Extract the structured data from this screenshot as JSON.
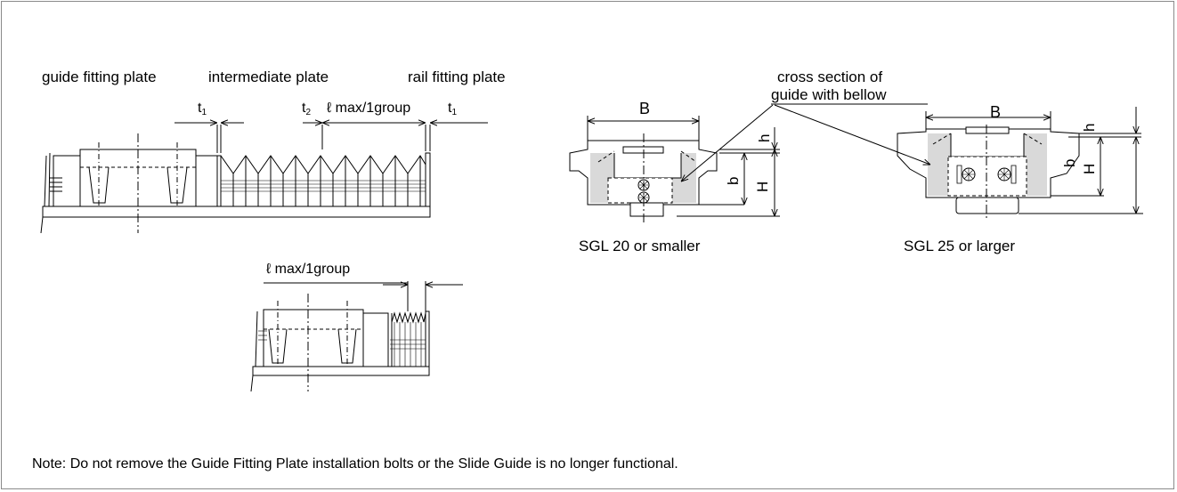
{
  "labels": {
    "guide_fitting_plate": "guide fitting plate",
    "intermediate_plate": "intermediate plate",
    "rail_fitting_plate": "rail fitting plate",
    "t1": "t",
    "t1_sub": "1",
    "t2": "t",
    "t2_sub": "2",
    "lmax_group": "ℓ max/1group",
    "cross_section_line1": "cross section of",
    "cross_section_line2": "guide with bellow",
    "B": "B",
    "h": "h",
    "b": "b",
    "H": "H",
    "sgl_small": "SGL 20 or smaller",
    "sgl_large": "SGL 25 or larger"
  },
  "note": "Note: Do not remove the Guide Fitting Plate installation bolts or the Slide Guide is no longer functional.",
  "colors": {
    "line": "#000000",
    "shade": "#d9d9d9",
    "frame": "#8a8a8a"
  }
}
